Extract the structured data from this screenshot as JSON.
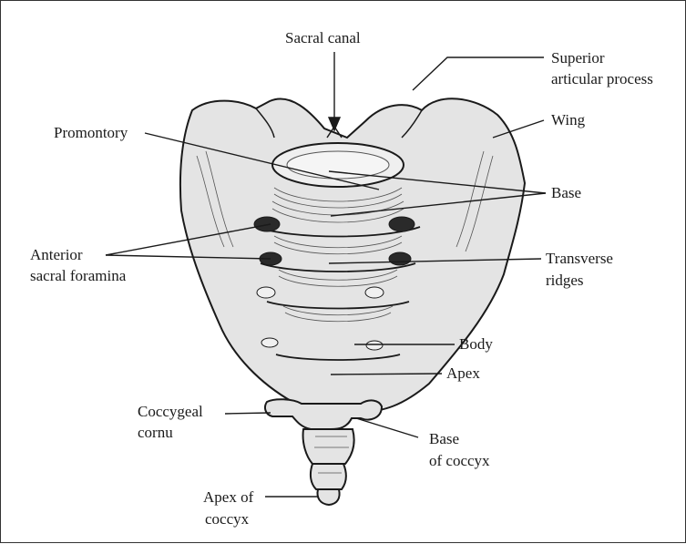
{
  "labels": {
    "sacral_canal": "Sacral canal",
    "superior_articular_process_1": "Superior",
    "superior_articular_process_2": "articular process",
    "wing": "Wing",
    "promontory": "Promontory",
    "base": "Base",
    "anterior_sacral_foramina_1": "Anterior",
    "anterior_sacral_foramina_2": "sacral foramina",
    "transverse_ridges_1": "Transverse",
    "transverse_ridges_2": "ridges",
    "body": "Body",
    "apex": "Apex",
    "coccygeal_cornu_1": "Coccygeal",
    "coccygeal_cornu_2": "cornu",
    "base_of_coccyx_1": "Base",
    "base_of_coccyx_2": "of coccyx",
    "apex_of_coccyx_1": "Apex of",
    "apex_of_coccyx_2": "coccyx"
  },
  "colors": {
    "ink": "#1a1a1a",
    "bone": "#e4e4e4",
    "bone_shade": "#b9b9b9"
  }
}
